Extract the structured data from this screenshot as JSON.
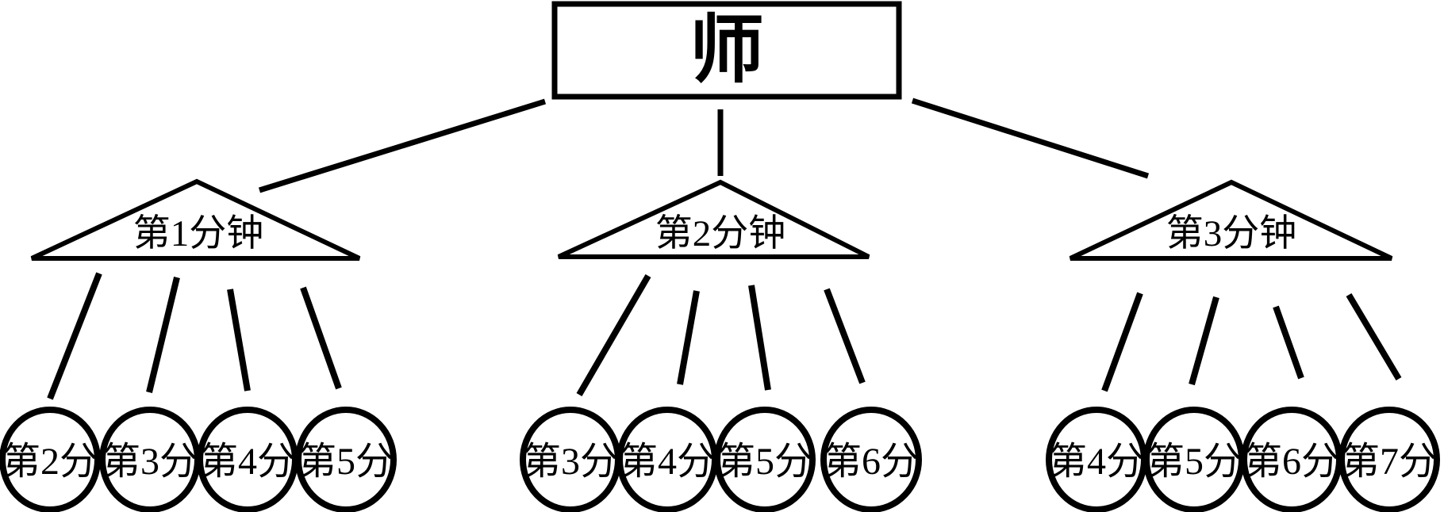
{
  "diagram": {
    "description": "tree-hierarchy",
    "root": {
      "label": "师"
    },
    "branches": [
      {
        "label": "第1分钟",
        "children": [
          "第2分",
          "第3分",
          "第4分",
          "第5分"
        ]
      },
      {
        "label": "第2分钟",
        "children": [
          "第3分",
          "第4分",
          "第5分",
          "第6分"
        ]
      },
      {
        "label": "第3分钟",
        "children": [
          "第4分",
          "第5分",
          "第6分",
          "第7分"
        ]
      }
    ],
    "colors": {
      "stroke": "#000000",
      "background": "#ffffff",
      "text": "#000000"
    }
  }
}
